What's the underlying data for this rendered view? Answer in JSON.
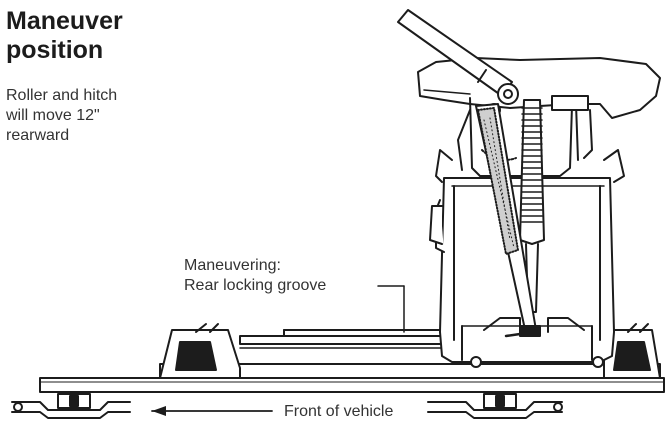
{
  "title_lines": [
    "Maneuver",
    "position"
  ],
  "subtitle_lines": [
    "Roller and hitch",
    "will move 12\"",
    "rearward"
  ],
  "callouts": {
    "maneuvering_lines": [
      "Maneuvering:",
      "Rear locking groove"
    ],
    "front_label": "Front of vehicle"
  },
  "colors": {
    "ink": "#1c1c1c",
    "text": "#333333",
    "background": "#ffffff"
  }
}
